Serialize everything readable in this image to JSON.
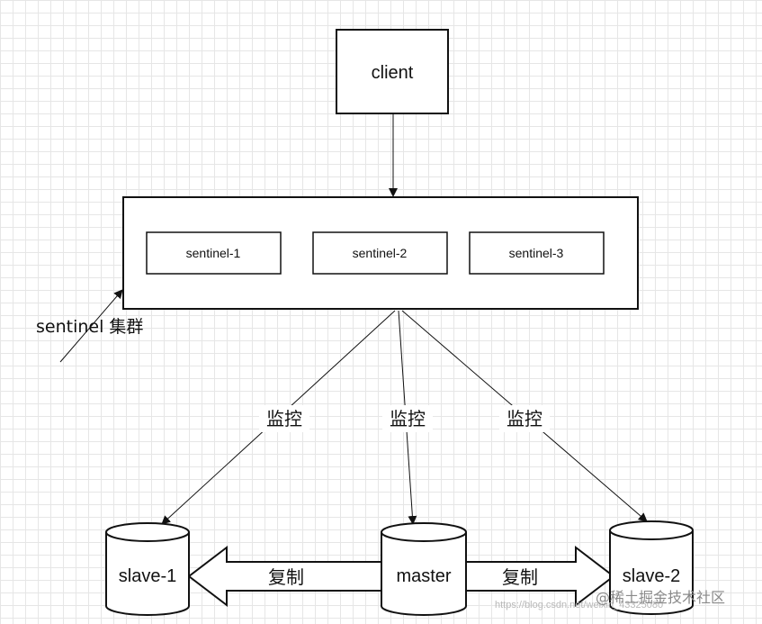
{
  "nodes": {
    "client": "client",
    "sentinels": [
      "sentinel-1",
      "sentinel-2",
      "sentinel-3"
    ],
    "slave1": "slave-1",
    "master": "master",
    "slave2": "slave-2"
  },
  "group_label": "sentinel 集群",
  "edge_labels": {
    "monitor": [
      "监控",
      "监控",
      "监控"
    ],
    "replicate": [
      "复制",
      "复制"
    ]
  },
  "watermark": {
    "url": "https://blog.csdn.net/weixin_43325080",
    "brand": "@稀土掘金技术社区"
  }
}
